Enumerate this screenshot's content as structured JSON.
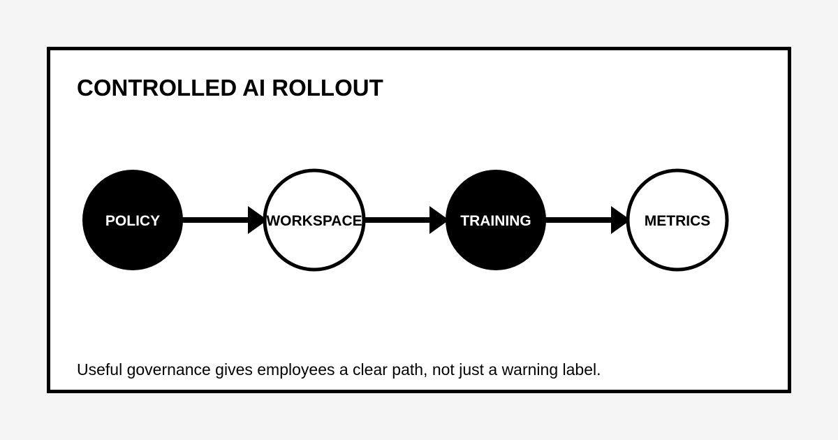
{
  "title": "CONTROLLED AI ROLLOUT",
  "caption": "Useful governance gives employees a clear path, not just a warning label.",
  "colors": {
    "page_background": "#f5f5f5",
    "card_background": "#ffffff",
    "ink": "#000000",
    "filled_label": "#ffffff",
    "outline_label": "#000000"
  },
  "flow": {
    "nodes": [
      {
        "label": "POLICY",
        "style": "filled"
      },
      {
        "label": "WORKSPACE",
        "style": "outline"
      },
      {
        "label": "TRAINING",
        "style": "filled"
      },
      {
        "label": "METRICS",
        "style": "outline"
      }
    ],
    "edges": [
      {
        "from": 0,
        "to": 1
      },
      {
        "from": 1,
        "to": 2
      },
      {
        "from": 2,
        "to": 3
      }
    ]
  }
}
